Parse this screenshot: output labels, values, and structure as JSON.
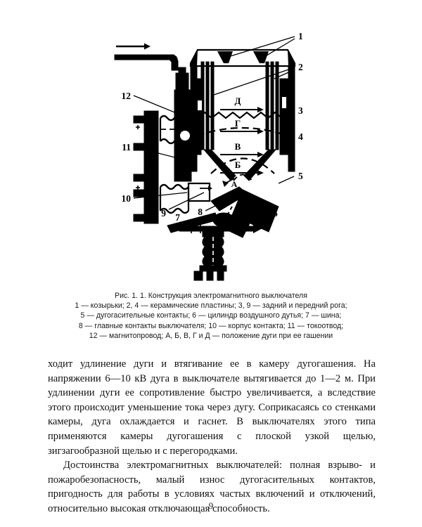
{
  "page": {
    "number": "9",
    "background_color": "#ffffff",
    "ink_color": "#000000"
  },
  "figure": {
    "alt_name": "Конструкция электромагнитного выключателя",
    "callouts": [
      {
        "id": "1",
        "label": "1"
      },
      {
        "id": "2",
        "label": "2"
      },
      {
        "id": "3",
        "label": "3"
      },
      {
        "id": "4",
        "label": "4"
      },
      {
        "id": "5",
        "label": "5"
      },
      {
        "id": "6",
        "label": "6"
      },
      {
        "id": "7",
        "label": "7"
      },
      {
        "id": "8",
        "label": "8"
      },
      {
        "id": "9",
        "label": "9"
      },
      {
        "id": "10",
        "label": "10"
      },
      {
        "id": "11",
        "label": "11"
      },
      {
        "id": "12",
        "label": "12"
      }
    ],
    "arc_positions": [
      {
        "id": "D",
        "label": "Д"
      },
      {
        "id": "G",
        "label": "Г"
      },
      {
        "id": "V",
        "label": "В"
      },
      {
        "id": "B",
        "label": "Б"
      },
      {
        "id": "A",
        "label": "А"
      }
    ]
  },
  "caption": {
    "title": "Рис. 1. 1. Конструкция электромагнитного выключателя",
    "lines": [
      "1 — козырьки; 2, 4 — керамические пластины; 3, 9 — задний и передний рога;",
      "5 — дугогасительные контакты; 6 — цилиндр воздушного дутья; 7 — шина;",
      "8 — главные контакты выключателя; 10 — корпус контакта; 11 — токоотвод;",
      "12 — магнитопровод; А, Б, В, Г и Д — положение дуги при ее гашении"
    ]
  },
  "body": {
    "paragraphs": [
      {
        "id": "p1",
        "indent": false,
        "text": "ходит удлинение дуги и втягивание ее в камеру дугогашения. На напряжении 6—10 кВ дуга в выключателе вытягивается до 1—2 м. При удлинении дуги ее сопротивление быстро увеличивается, а вследствие этого происходит уменьшение тока через дугу. Соприкасаясь со стенками камеры, дуга охлаждается и гаснет. В выключателях этого типа применяются камеры дугогашения с плоской узкой щелью, зигзагообразной щелью и с перегородками."
      },
      {
        "id": "p2",
        "indent": true,
        "text": "Достоинства электромагнитных выключателей: полная взрыво- и пожаробезопасность, малый износ дугогасительных контактов, пригодность для работы в условиях частых включений и отключений, относительно высокая отключающая способность."
      }
    ]
  }
}
